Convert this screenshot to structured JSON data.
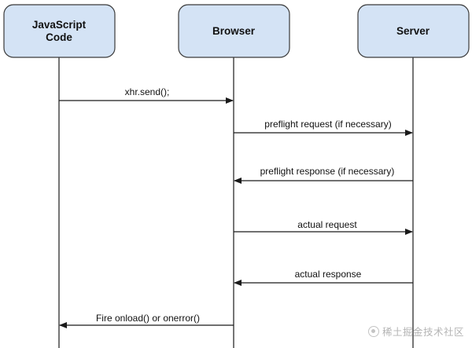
{
  "participants": [
    {
      "id": "js",
      "label_lines": [
        "JavaScript",
        "Code"
      ]
    },
    {
      "id": "browser",
      "label_lines": [
        "Browser"
      ]
    },
    {
      "id": "server",
      "label_lines": [
        "Server"
      ]
    }
  ],
  "messages": [
    {
      "from": "js",
      "to": "browser",
      "label": "xhr.send();"
    },
    {
      "from": "browser",
      "to": "server",
      "label": "preflight request (if necessary)"
    },
    {
      "from": "server",
      "to": "browser",
      "label": "preflight response (if necessary)"
    },
    {
      "from": "browser",
      "to": "server",
      "label": "actual request"
    },
    {
      "from": "server",
      "to": "browser",
      "label": "actual response"
    },
    {
      "from": "browser",
      "to": "js",
      "label": "Fire onload() or onerror()"
    }
  ],
  "colors": {
    "participant_fill": "#d4e3f5",
    "line": "#1a1a1a"
  },
  "watermark": {
    "text": "稀土掘金技术社区",
    "icon": "brand-logo-icon"
  }
}
